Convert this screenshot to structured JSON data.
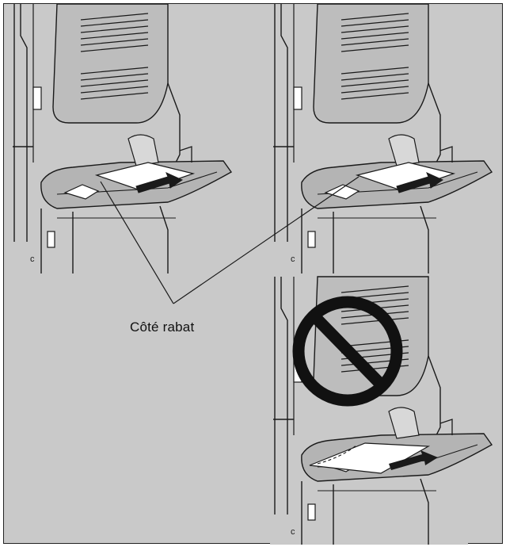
{
  "figure": {
    "callout_label": "Côté rabat",
    "panels": [
      {
        "id": "top-left",
        "subject": "envelope-flap-side-down-correct"
      },
      {
        "id": "top-right",
        "subject": "envelope-flap-side-down-correct"
      },
      {
        "id": "bottom-right",
        "subject": "envelope-incorrect-orientation"
      }
    ],
    "prohibited_symbol": "no-sign-icon",
    "colors": {
      "background": "#c9c9c9",
      "line": "#1a1a1a",
      "paper": "#ffffff",
      "machine": "#b4b4b4"
    }
  }
}
